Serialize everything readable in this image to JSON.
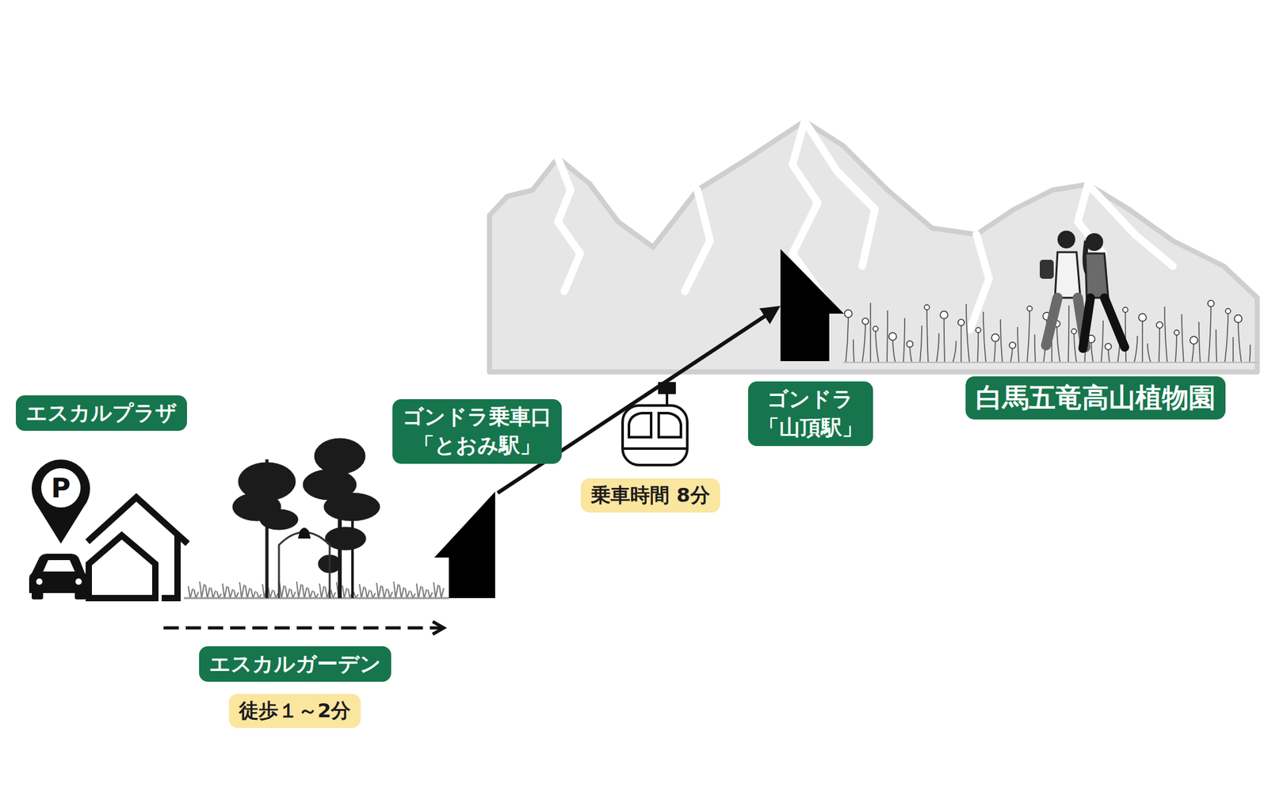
{
  "diagram": {
    "nodes": [
      {
        "text": [
          "エスカルプラザ"
        ]
      },
      {
        "text": [
          "ゴンドラ乗車口 「とおみ駅」"
        ]
      },
      {
        "text": [
          "乗車時間 8分"
        ]
      },
      {
        "text": [
          "ゴンドラ 「山頂駅」"
        ]
      },
      {
        "text": [
          "白馬五竜高山植物園"
        ]
      },
      {
        "text": [
          "エスカルガーデン"
        ]
      },
      {
        "text": [
          "徒歩１～2分"
        ]
      }
    ],
    "labels": [
      "P"
    ]
  }
}
